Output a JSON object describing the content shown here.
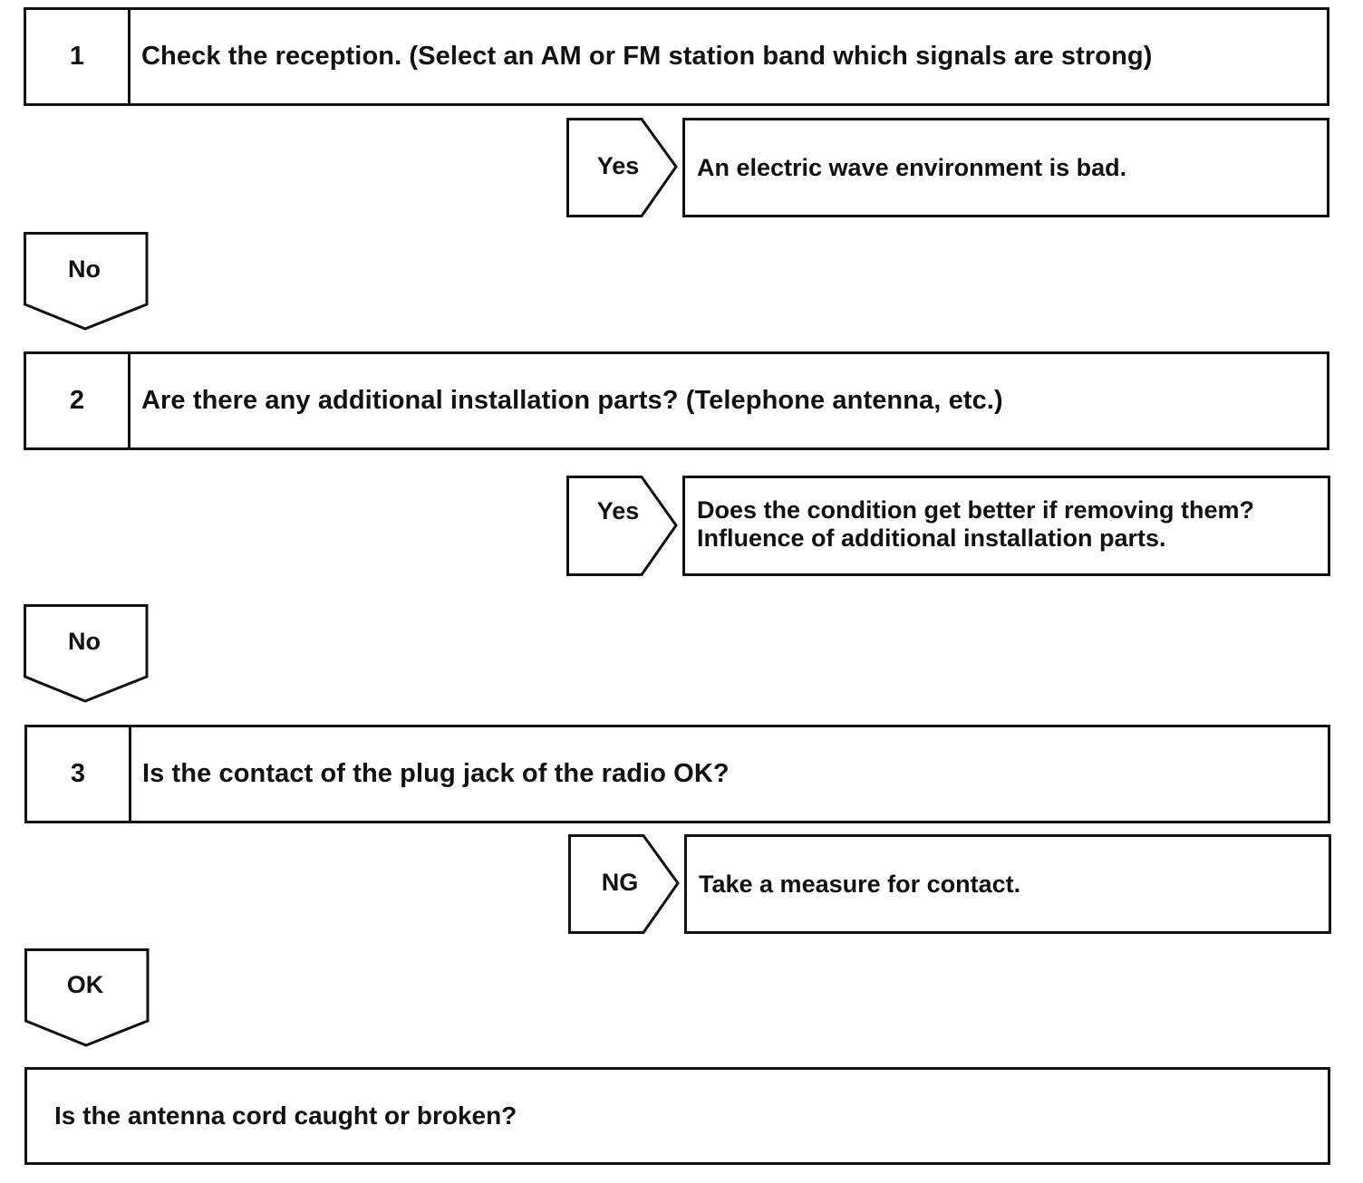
{
  "steps": [
    {
      "number": "1",
      "question": "Check the reception. (Select an AM or FM station band which signals are strong)"
    },
    {
      "number": "2",
      "question": "Are there any additional installation parts? (Telephone antenna, etc.)"
    },
    {
      "number": "3",
      "question": "Is the contact of the plug jack of the radio OK?"
    }
  ],
  "branches": [
    {
      "label": "Yes",
      "result_lines": [
        "An electric wave environment is bad."
      ]
    },
    {
      "label": "Yes",
      "result_lines": [
        "Does the condition get better if removing them?",
        "Influence of additional installation parts."
      ]
    },
    {
      "label": "NG",
      "result_lines": [
        "Take a measure for contact."
      ]
    }
  ],
  "flow_labels": [
    "No",
    "No",
    "OK"
  ],
  "final": {
    "text": "Is the antenna cord caught or broken?"
  }
}
